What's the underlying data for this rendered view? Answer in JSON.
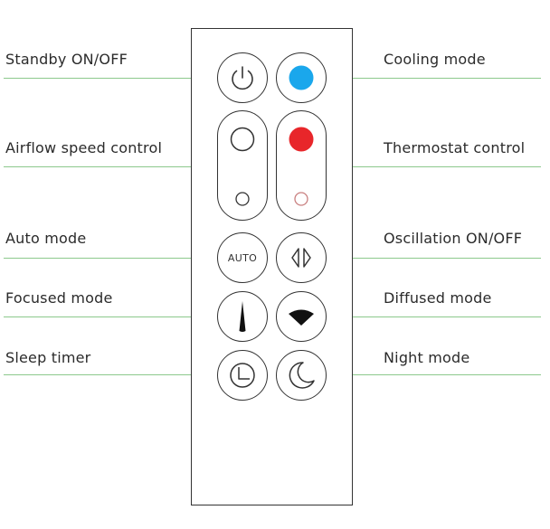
{
  "labels_left": {
    "standby": "Standby ON/OFF",
    "airflow": "Airflow speed control",
    "auto_mode": "Auto mode",
    "focused": "Focused mode",
    "sleep": "Sleep timer"
  },
  "labels_right": {
    "cooling": "Cooling mode",
    "thermostat": "Thermostat control",
    "oscillation": "Oscillation ON/OFF",
    "diffused": "Diffused mode",
    "night": "Night mode"
  },
  "buttons": {
    "auto_text": "AUTO"
  },
  "colors": {
    "leader_line": "#8cc98c",
    "cooling_dot": "#1aa7ec",
    "heating_dot": "#e8262a",
    "heating_small_ring": "#c98080",
    "outline": "#333333"
  },
  "icons": {
    "standby": "power-icon",
    "cooling": "blue-dot-icon",
    "airflow": "circle-large-small-icon",
    "thermostat": "red-dot-icon",
    "oscillation": "oscillation-arrows-icon",
    "focused": "focused-airflow-icon",
    "diffused": "diffused-airflow-icon",
    "sleep": "clock-icon",
    "night": "moon-icon"
  }
}
